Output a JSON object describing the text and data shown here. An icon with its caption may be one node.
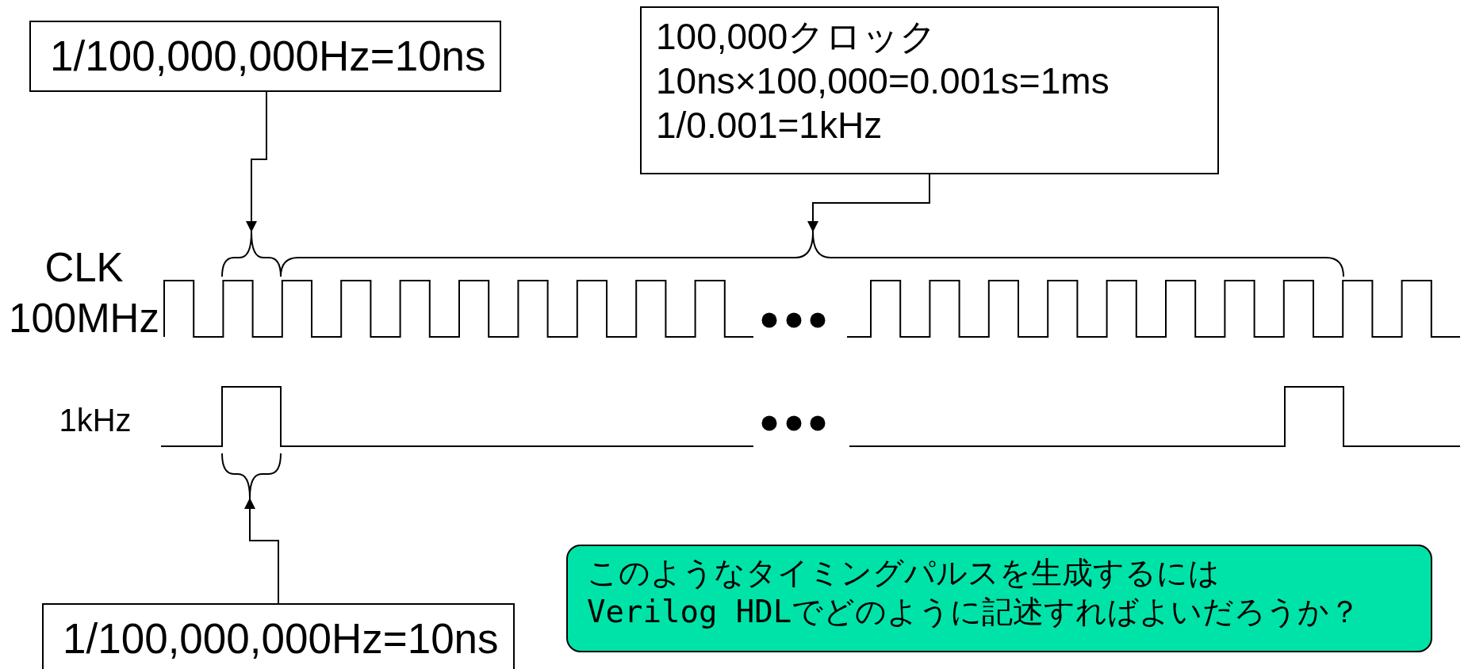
{
  "diagram": {
    "nodes": [
      {
        "text": [
          "1/100,000,000Hz=10ns"
        ]
      },
      {
        "text": [
          "100,000クロック",
          "10ns×100,000=0.001s=1ms",
          "1/0.001=1kHz"
        ]
      },
      {
        "text": [
          "1/100,000,000Hz=10ns"
        ]
      },
      {
        "text": [
          "このようなタイミングパルスを生成するには",
          "Verilog HDLでどのように記述すればよいだろうか？"
        ]
      },
      {
        "text": [],
        "shape": "brace"
      },
      {
        "text": [],
        "shape": "brace"
      },
      {
        "text": [],
        "shape": "brace"
      }
    ],
    "edges": [
      {
        "from": 0,
        "to": 4,
        "arrow": "to"
      },
      {
        "from": 1,
        "to": 5,
        "arrow": "to"
      },
      {
        "from": 2,
        "to": 6,
        "arrow": "to"
      }
    ],
    "labels": [
      "CLK 100MHz",
      "1kHz"
    ]
  }
}
